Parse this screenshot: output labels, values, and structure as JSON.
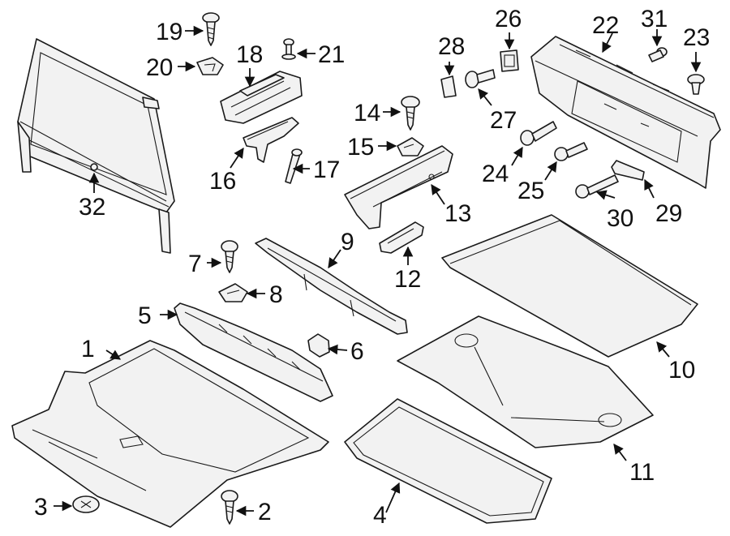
{
  "callouts": {
    "c1": "1",
    "c2": "2",
    "c3": "3",
    "c4": "4",
    "c5": "5",
    "c6": "6",
    "c7": "7",
    "c8": "8",
    "c9": "9",
    "c10": "10",
    "c11": "11",
    "c12": "12",
    "c13": "13",
    "c14": "14",
    "c15": "15",
    "c16": "16",
    "c17": "17",
    "c18": "18",
    "c19": "19",
    "c20": "20",
    "c21": "21",
    "c22": "22",
    "c23": "23",
    "c24": "24",
    "c25": "25",
    "c26": "26",
    "c27": "27",
    "c28": "28",
    "c29": "29",
    "c30": "30",
    "c31": "31",
    "c32": "32"
  },
  "colors": {
    "line": "#1a1a1a",
    "fill": "#f2f2f2",
    "background": "#ffffff"
  }
}
